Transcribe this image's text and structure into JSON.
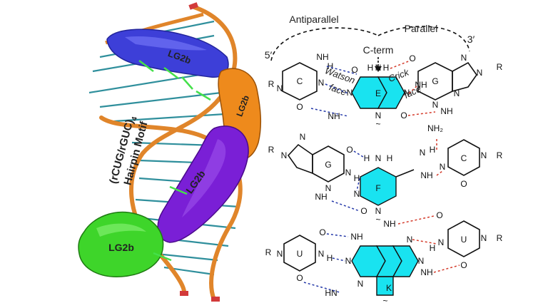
{
  "left_panel": {
    "motif_line1": "(rCUG/rGUC)",
    "motif_subscript": "4",
    "motif_line2": "Hairpin Motif",
    "ligand_labels": [
      "LG2b",
      "LG2b",
      "LG2b",
      "LG2b"
    ],
    "colors": {
      "backbone": "#e0852a",
      "blue_surface": "#3d3fd8",
      "orange_surface": "#ee8a1c",
      "purple_surface": "#7a1fd6",
      "green_surface": "#3ed52a",
      "base_rungs": "#2f8f9c",
      "stick_green": "#44e04a"
    }
  },
  "top_scheme": {
    "antiparallel": "Antiparallel",
    "parallel": "Parallel",
    "five_prime": "5′",
    "three_prime": "3′",
    "c_term": "C-term",
    "watson": "Watson",
    "crick": "Crick",
    "face_left": "face",
    "face_right": "face"
  },
  "motifs": {
    "E": {
      "center": "E",
      "left_base": "C",
      "right_base": "G"
    },
    "F": {
      "center": "F",
      "left_base": "G",
      "right_base": "C"
    },
    "K": {
      "center": "K",
      "left_base": "U",
      "right_base": "U"
    }
  },
  "atoms": {
    "H": "H",
    "N": "N",
    "O": "O",
    "R": "R",
    "NH": "NH",
    "HN": "HN",
    "NH2": "NH₂"
  },
  "colors": {
    "ring_fill": "#19e3f0",
    "hbond_blue": "#2438a8",
    "hbond_red": "#d43a2a"
  }
}
